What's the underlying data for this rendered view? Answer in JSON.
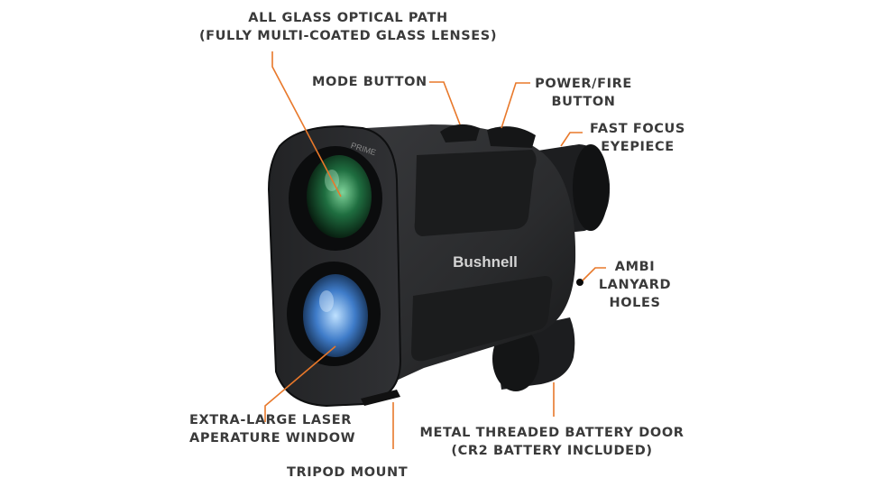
{
  "callouts": {
    "glass_path": {
      "line1": "ALL GLASS OPTICAL PATH",
      "line2": "(FULLY MULTI-COATED GLASS LENSES)"
    },
    "mode_button": {
      "line1": "MODE BUTTON"
    },
    "power_fire": {
      "line1": "POWER/FIRE",
      "line2": "BUTTON"
    },
    "fast_focus": {
      "line1": "FAST FOCUS",
      "line2": "EYEPIECE"
    },
    "lanyard": {
      "line1": "AMBI",
      "line2": "LANYARD",
      "line3": "HOLES"
    },
    "laser_window": {
      "line1": "EXTRA-LARGE LASER",
      "line2": "APERATURE WINDOW"
    },
    "battery_door": {
      "line1": "METAL THREADED BATTERY DOOR",
      "line2": "(CR2 BATTERY INCLUDED)"
    },
    "tripod": {
      "line1": "TRIPOD MOUNT"
    }
  },
  "device": {
    "brand": "Bushnell",
    "model": "PRIME"
  },
  "colors": {
    "leader": "#e8782a",
    "label_text": "#3a3a3a",
    "body": "#2b2c2e",
    "grip": "#1b1c1d"
  }
}
